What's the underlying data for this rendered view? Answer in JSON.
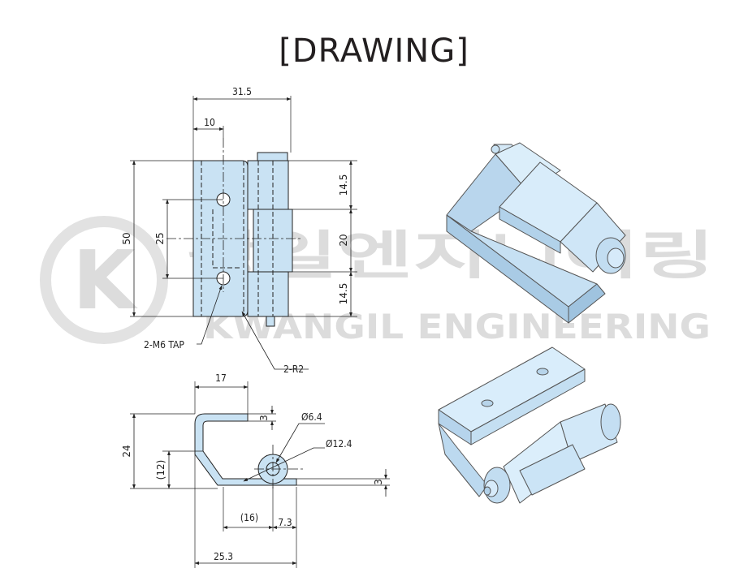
{
  "title": "[DRAWING]",
  "watermark": {
    "logo_letter": "K",
    "korean": "광일엔지니어링",
    "english": "KWANGIL ENGINEERING"
  },
  "front_view": {
    "width_overall": "31.5",
    "hole_offset": "10",
    "height_overall": "50",
    "hole_spacing": "25",
    "top_segment": "14.5",
    "middle_segment": "20",
    "bottom_segment": "14.5",
    "tap_label": "2-M6 TAP",
    "radius_label": "2-R2"
  },
  "side_view": {
    "top_width": "17",
    "thickness": "3",
    "pin_dia": "Ø6.4",
    "knuckle_dia": "Ø12.4",
    "height": "24",
    "inner_height": "(12)",
    "base_thickness": "3",
    "inner_offset": "(16)",
    "knuckle_offset": "7.3",
    "overall_width": "25.3"
  },
  "colors": {
    "part_fill": "#c9e2f3",
    "line": "#222222",
    "watermark": "#dcdcdc"
  }
}
